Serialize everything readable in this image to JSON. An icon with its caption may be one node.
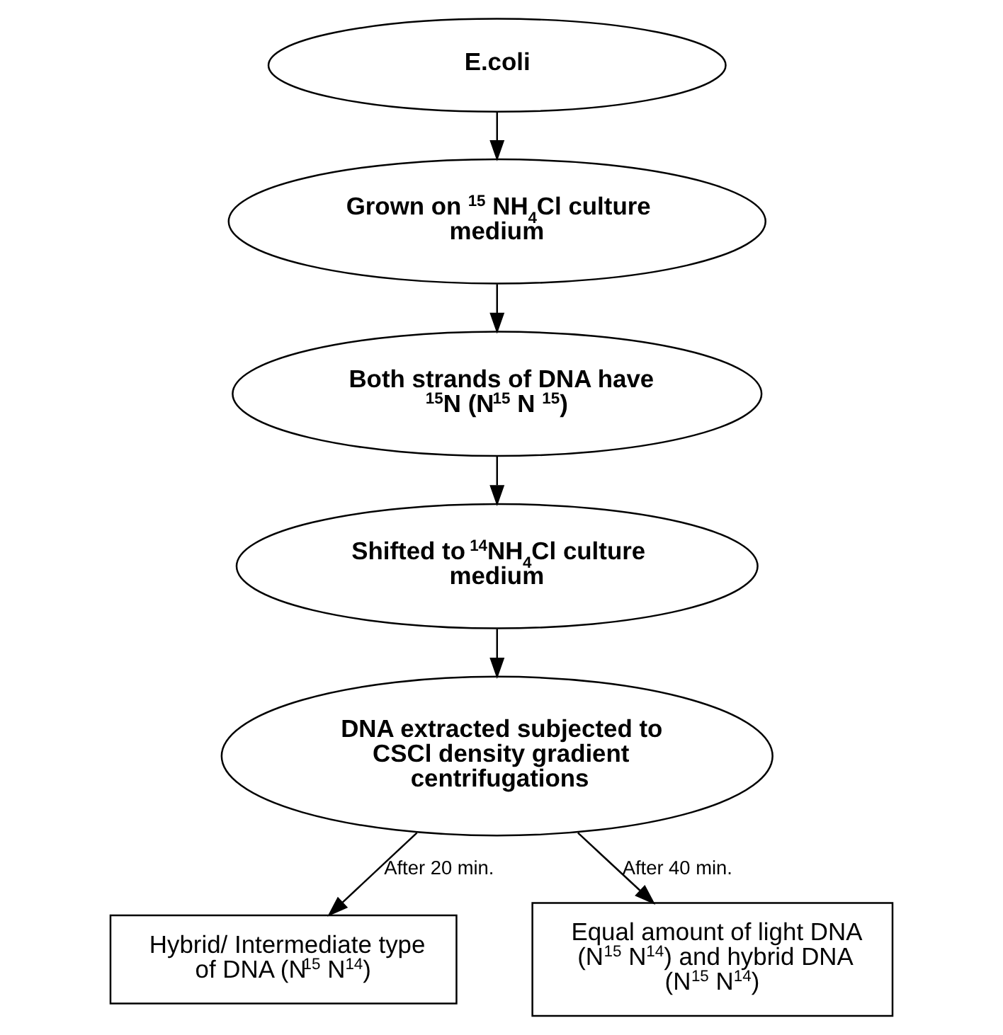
{
  "diagram": {
    "nodes": [
      {
        "text": [
          "E.coli"
        ]
      },
      {
        "text": [
          "Grown on $^{15}$ NH$_{4}$Cl culture medium"
        ]
      },
      {
        "text": [
          "Both strands of DNA have $^{15}$N (N$^{15}$ N $^{15}$)"
        ]
      },
      {
        "text": [
          "Shifted to $^{14}$NH$_{4}$Cl culture medium"
        ]
      },
      {
        "text": [
          "DNA extracted subjected to CSCl density gradient centrifugations"
        ]
      },
      {
        "text": [
          "Hybrid/ Intermediate type of DNA (N$^{15}$ N$^{14}$)"
        ]
      },
      {
        "text": [
          "Equal amount of light DNA (N$^{15}$ N$^{14}$) and hybrid DNA (N$^{15}$ N$^{14}$)"
        ]
      }
    ],
    "edges": [
      {
        "from": 0,
        "to": 1,
        "arrow": "to"
      },
      {
        "from": 1,
        "to": 2,
        "arrow": "to"
      },
      {
        "from": 2,
        "to": 3,
        "arrow": "to"
      },
      {
        "from": 3,
        "to": 4,
        "arrow": "to"
      },
      {
        "from": 4,
        "to": 5,
        "arrow": "to",
        "label": "After 20 min."
      },
      {
        "from": 4,
        "to": 6,
        "arrow": "to",
        "label": "After 40 min."
      }
    ]
  }
}
